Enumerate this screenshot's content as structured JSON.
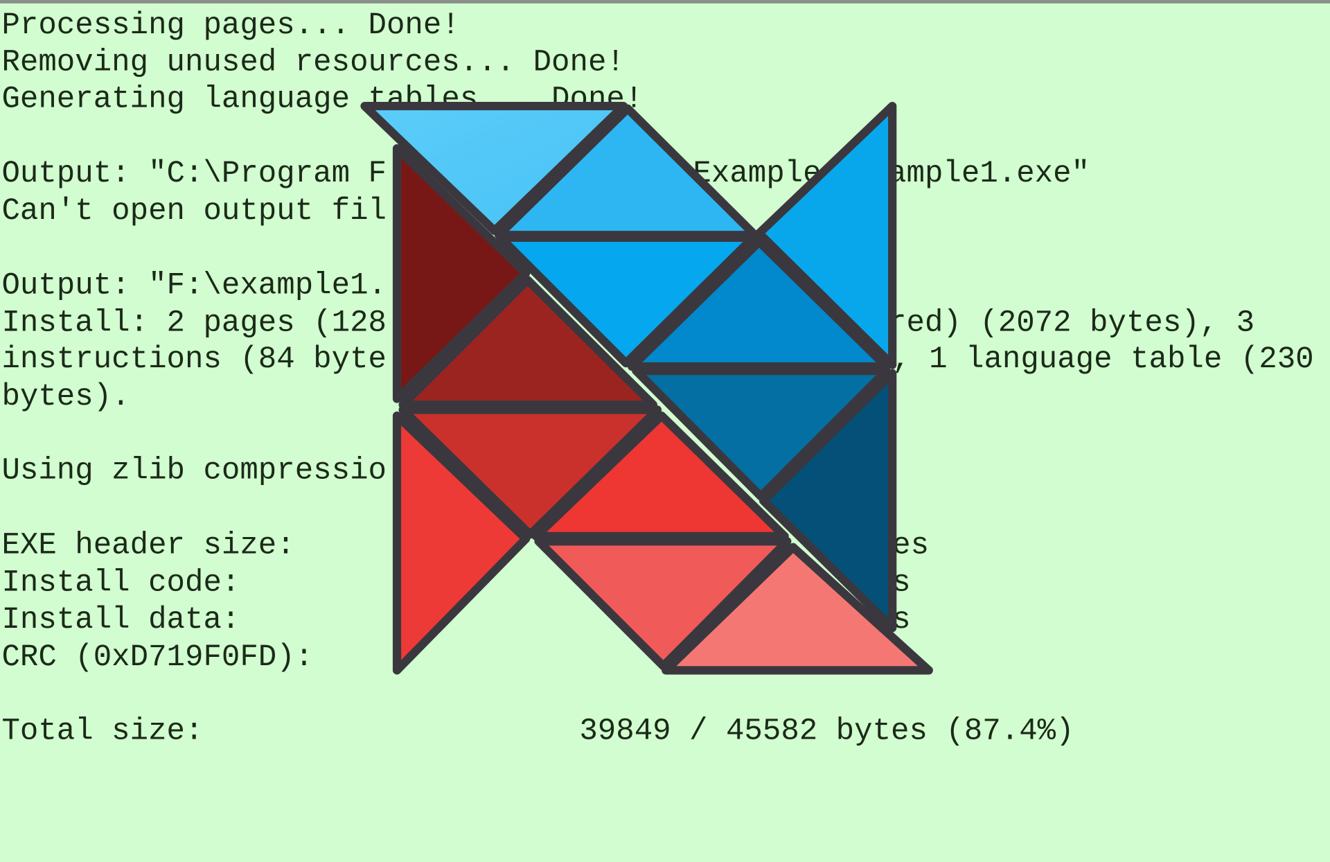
{
  "log": {
    "l1": "Processing pages... Done!",
    "l2": "Removing unused resources... Done!",
    "l3": "Generating language tables... Done!",
    "l4a": "Output: \"C:\\Program F",
    "l4b": "Example",
    "l4c": "ample1.exe\"",
    "l5": "Can't open output fil",
    "l6": "Output: \"F:\\example1.",
    "l7a": "Install: 2 pages (128",
    "l7b": "red) (2072 bytes), 3",
    "l8a": "instructions (84 byte",
    "l8b": ", 1 language table (230",
    "l9": "bytes).",
    "l10": "Using zlib compressio",
    "l11a": "EXE header size:",
    "l11b": "es",
    "l12a": "Install code:",
    "l12b": "s",
    "l13a": "Install data:",
    "l13b": "s",
    "l14": "CRC (0xD719F0FD):",
    "l15a": "Total size:",
    "l15b": "39849 / 45582 bytes (87.4%)"
  },
  "logo": {
    "name": "nsis-tangram-logo",
    "colors": {
      "background": "#d2fdd0",
      "text": "#1b2a18",
      "outline": "#3a383e"
    }
  }
}
